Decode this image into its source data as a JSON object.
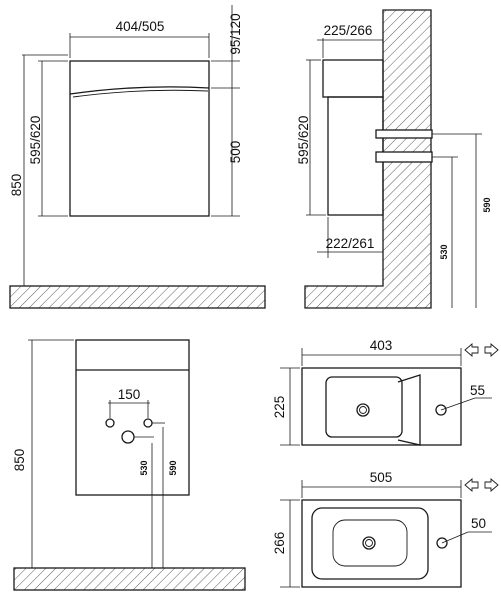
{
  "front_view": {
    "width_label": "404/505",
    "top_label": "95/120",
    "height_label": "595/620",
    "door_label": "500",
    "floor_label": "850"
  },
  "side_view": {
    "top_depth_label": "225/266",
    "bottom_depth_label": "222/261",
    "height_label": "595/620",
    "pipe_label": "530",
    "pipe_label_2": "590"
  },
  "rear_view": {
    "spacing_label": "150",
    "pipe_label": "530",
    "pipe_label_2": "590",
    "floor_label": "850"
  },
  "top_view_small": {
    "width_label": "403",
    "depth_label": "225",
    "hole_label": "55"
  },
  "top_view_large": {
    "width_label": "505",
    "depth_label": "266",
    "hole_label": "50"
  }
}
